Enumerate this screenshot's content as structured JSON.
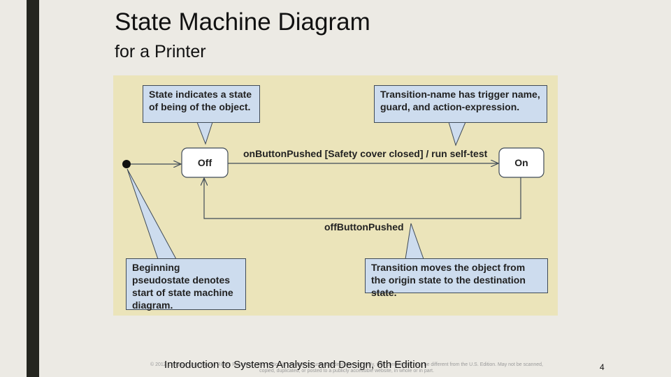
{
  "slide": {
    "title": "State Machine Diagram",
    "subtitle": "for a Printer",
    "footer_title": "Introduction to Systems Analysis and Design, 6th Edition",
    "footer_copyright": "© 2012 Cengage Learning. All Rights Reserved. This edition is intended for use outside of the U.S. only, with content that may be different from the U.S. Edition. May not be scanned, copied, duplicated, or posted to a publicly accessible website, in whole or in part.",
    "page_number": "4"
  },
  "diagram": {
    "states": [
      {
        "id": "off",
        "label": "Off"
      },
      {
        "id": "on",
        "label": "On"
      }
    ],
    "transitions": [
      {
        "from": "off",
        "to": "on",
        "label": "onButtonPushed [Safety cover closed] / run self-test"
      },
      {
        "from": "on",
        "to": "off",
        "label": "offButtonPushed"
      }
    ],
    "callouts": {
      "state": "State indicates a state of being of the object.",
      "transition_name": "Transition-name has trigger name, guard, and action-expression.",
      "pseudostate": "Beginning pseudostate denotes start of state machine diagram.",
      "transition": "Transition moves the object from the origin state to the destination state."
    },
    "colors": {
      "panel_background": "#EBE4BA",
      "callout_fill": "#CDDCEE",
      "state_fill": "#FFFFFF",
      "line": "#3F4A57"
    }
  }
}
